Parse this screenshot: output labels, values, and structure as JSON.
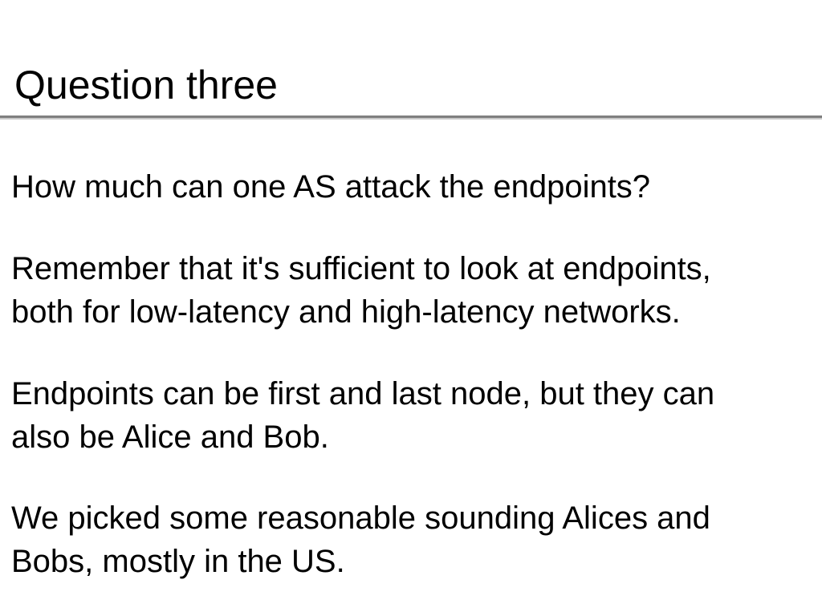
{
  "slide": {
    "title": "Question three",
    "paragraphs": [
      {
        "lines": [
          "How much can one AS attack the endpoints?"
        ]
      },
      {
        "lines": [
          "Remember that it's sufficient to look at endpoints,",
          "both for low-latency and high-latency networks."
        ]
      },
      {
        "lines": [
          "Endpoints can be first and last node, but they can",
          "also be Alice and Bob."
        ]
      },
      {
        "lines": [
          "We picked some reasonable sounding Alices and",
          "Bobs, mostly in the US."
        ]
      }
    ]
  }
}
